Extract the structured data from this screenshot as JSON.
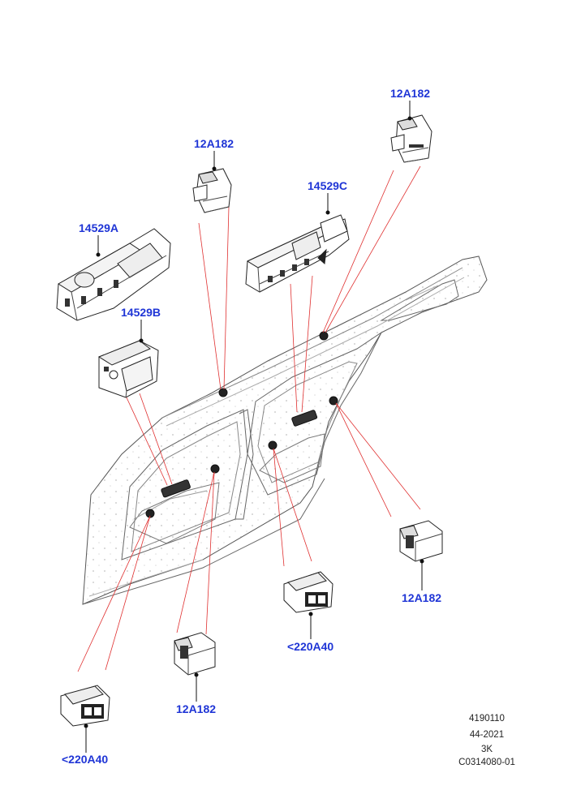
{
  "callouts": {
    "c1": "12A182",
    "c2": "12A182",
    "c3": "14529C",
    "c4": "14529A",
    "c5": "14529B",
    "c6": "12A182",
    "c7": "<220A40",
    "c8": "12A182",
    "c9": "<220A40"
  },
  "reference": {
    "code": "4190110",
    "date": "44-2021",
    "rev": "3K",
    "illustration": "C0314080-01"
  },
  "colors": {
    "callout_text": "#1f35d6",
    "leader_lines": "#e03030",
    "line_art": "#333333"
  }
}
